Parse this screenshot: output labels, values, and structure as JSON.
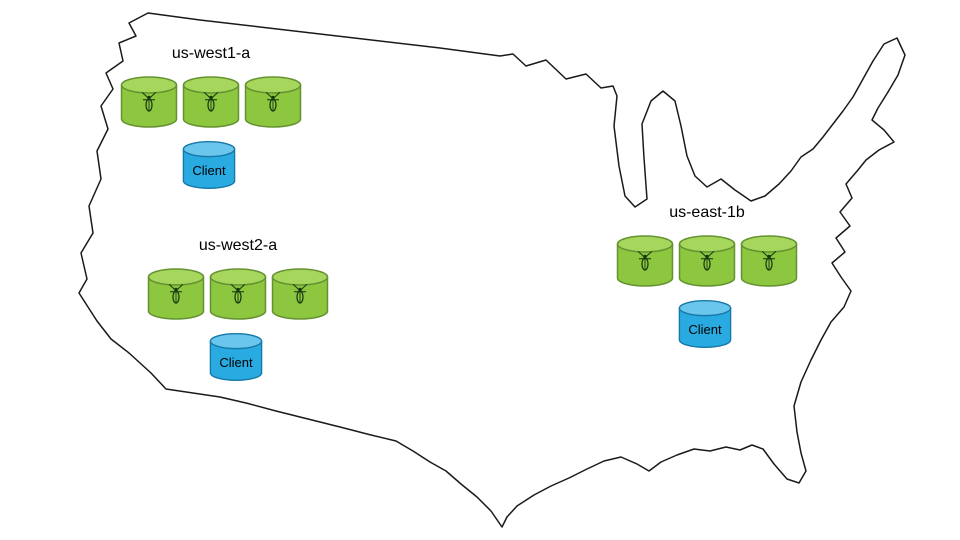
{
  "diagram": {
    "type": "deployment-topology-map",
    "map_name": "contiguous-united-states",
    "regions": [
      {
        "id": "us-west1-a",
        "label": "us-west1-a",
        "node_count": 3,
        "node_icon": "cockroach-icon",
        "client_label": "Client"
      },
      {
        "id": "us-west2-a",
        "label": "us-west2-a",
        "node_count": 3,
        "node_icon": "cockroach-icon",
        "client_label": "Client"
      },
      {
        "id": "us-east-1b",
        "label": "us-east-1b",
        "node_count": 3,
        "node_icon": "cockroach-icon",
        "client_label": "Client"
      }
    ],
    "colors": {
      "node_body": "#8dc63f",
      "node_top": "#a6d65c",
      "node_outline": "#649231",
      "client_body": "#29abe2",
      "client_top": "#6ac6ec",
      "client_outline": "#1779a8",
      "icon_color": "#173a10",
      "map_stroke": "#1a1a1a"
    }
  }
}
